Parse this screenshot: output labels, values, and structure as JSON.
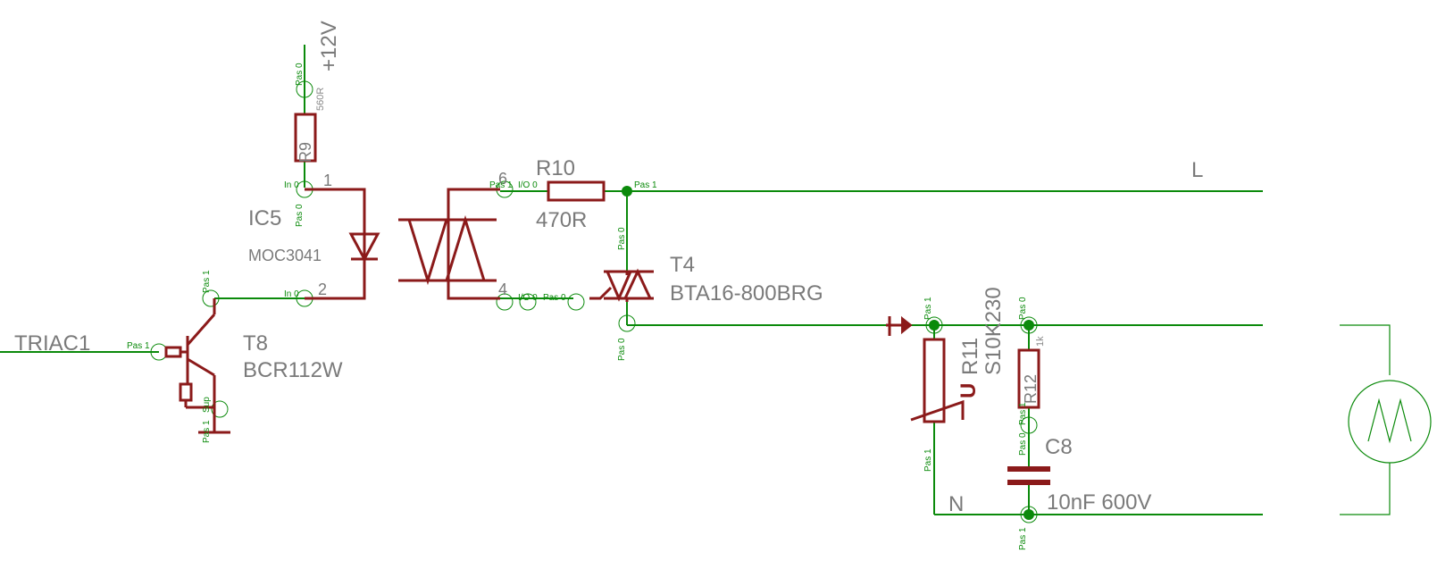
{
  "labels": {
    "supply": "+12V",
    "r9_name": "R9",
    "r9_value": "560R",
    "ic5_name": "IC5",
    "ic5_value": "MOC3041",
    "pin1": "1",
    "pin2": "2",
    "pin4": "4",
    "pin6": "6",
    "r10_name": "R10",
    "r10_value": "470R",
    "line_l": "L",
    "t4_name": "T4",
    "t4_value": "BTA16-800BRG",
    "net_triac": "TRIAC1",
    "t8_name": "T8",
    "t8_value": "BCR112W",
    "r11_name": "R11",
    "r11_value": "S10K230",
    "r11_u": "U",
    "r12_name": "R12",
    "r12_value": "1k",
    "c8_name": "C8",
    "c8_value": "10nF 600V",
    "line_n": "N",
    "pin_labels": {
      "pas0": "Pas 0",
      "pas1": "Pas 1",
      "in0": "In 0",
      "io0": "I/O 0",
      "sup": "Sup"
    }
  },
  "colors": {
    "wire": "#0b8a0b",
    "component": "#8b1a1a",
    "label": "#7a7a7a"
  }
}
